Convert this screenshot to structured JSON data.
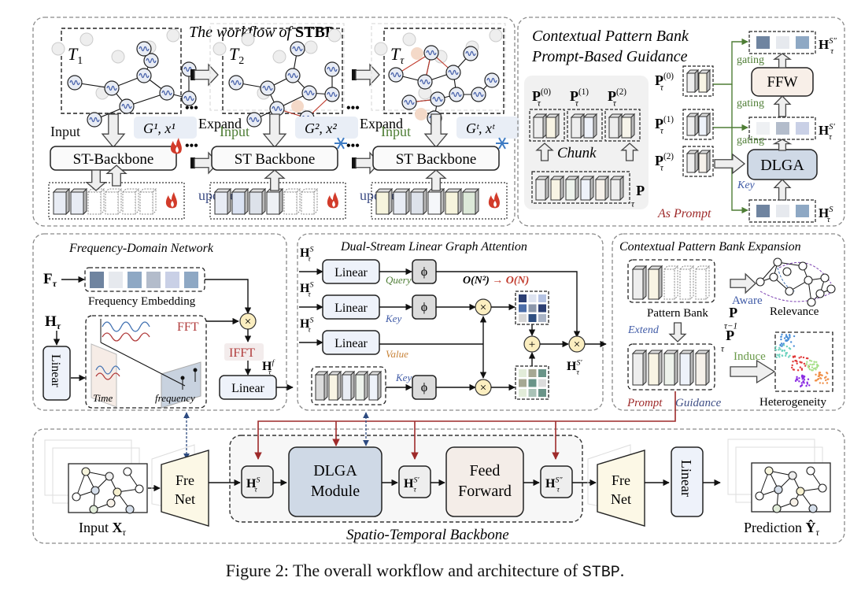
{
  "caption": {
    "prefix": "Figure 2: The overall workflow and architecture of ",
    "system": "STBP",
    "suffix": "."
  },
  "workflow": {
    "title_italic": "The workflow of",
    "title_bold": "STBP",
    "stages": [
      {
        "graph_label": "T",
        "graph_sub": "1",
        "input_label": "Input",
        "input_color": "#111111",
        "gx": "G¹, x¹",
        "backbone_label": "ST-Backbone",
        "state_icon": "fire"
      },
      {
        "graph_label": "T",
        "graph_sub": "2",
        "input_label": "Input",
        "input_color": "#4e7d35",
        "gx": "G², x²",
        "backbone_label": "ST Backbone",
        "state_icon": "snowflake"
      },
      {
        "graph_label": "T",
        "graph_sub": "τ",
        "input_label": "Input",
        "input_color": "#4e7d35",
        "gx": "Gᵗ, xᵗ",
        "backbone_label": "ST Backbone",
        "state_icon": "snowflake"
      }
    ],
    "expand_label": "Expand",
    "update_label": "update",
    "ellipsis": "•••"
  },
  "prompt_guidance": {
    "title_line1": "Contextual Pattern Bank",
    "title_line2": "Prompt-Based Guidance",
    "chunk_label": "Chunk",
    "as_prompt_label": "As Prompt",
    "key_label": "Key",
    "gating_label": "gating",
    "ffw_label": "FFW",
    "dlga_label": "DLGA",
    "p_label": "P",
    "p_sub": "τ",
    "chunks": [
      "(0)",
      "(1)",
      "(2)"
    ],
    "h_outputs": [
      "S″",
      "S′",
      "S"
    ]
  },
  "freq_net": {
    "title": "Frequency-Domain Network",
    "f_input": "F",
    "h_input": "H",
    "embedding_label": "Frequency Embedding",
    "fft_label": "FFT",
    "ifft_label": "IFFT",
    "time_label": "Time",
    "frequency_label": "frequency",
    "linear_label": "Linear",
    "output_label": "H",
    "output_sup": "f",
    "embedding_colors": [
      "#6f84a0",
      "#e6e9ee",
      "#8ea8c4",
      "#b3bccb",
      "#c9d0e6",
      "#8ea8c4"
    ]
  },
  "dlga": {
    "title": "Dual-Stream Linear Graph Attention",
    "linear_label": "Linear",
    "phi_label": "ϕ",
    "query_label": "Query",
    "key_label": "Key",
    "value_label": "Value",
    "complexity_from": "O(N²)",
    "complexity_arrow": "→",
    "complexity_to": "O(N)",
    "output_sup": "S′",
    "input_sup": "S"
  },
  "expansion": {
    "title": "Contextual Pattern Bank Expansion",
    "pattern_bank_label": "Pattern Bank",
    "prev_label": "P",
    "prev_sub": "τ−1",
    "aware_label": "Aware",
    "relevance_label": "Relevance",
    "extend_label": "Extend",
    "curr_label": "P",
    "curr_sub": "τ",
    "induce_label": "Induce",
    "heterogeneity_label": "Heterogeneity",
    "prompt_label": "Prompt",
    "guidance_label": "Guidance"
  },
  "backbone": {
    "input_label": "Input X",
    "fre_net_line1": "Fre",
    "fre_net_line2": "Net",
    "dlga_line1": "DLGA",
    "dlga_line2": "Module",
    "ff_line1": "Feed",
    "ff_line2": "Forward",
    "linear_label": "Linear",
    "prediction_label": "Prediction Y",
    "title": "Spatio-Temporal Backbone",
    "h_sups": [
      "S",
      "S′",
      "S″"
    ]
  },
  "colors": {
    "panel_border": "#8a8a8a",
    "prompt_red": "#9e2a2a",
    "gating_green": "#4e7d35",
    "key_blue": "#3f5aa6",
    "value_orange": "#c8843a",
    "dlga_fill": "#cfd9e6",
    "ffw_fill": "#f8efe8",
    "frenet_fill": "#fcf8e6",
    "op_fill": "#fbeec0"
  }
}
